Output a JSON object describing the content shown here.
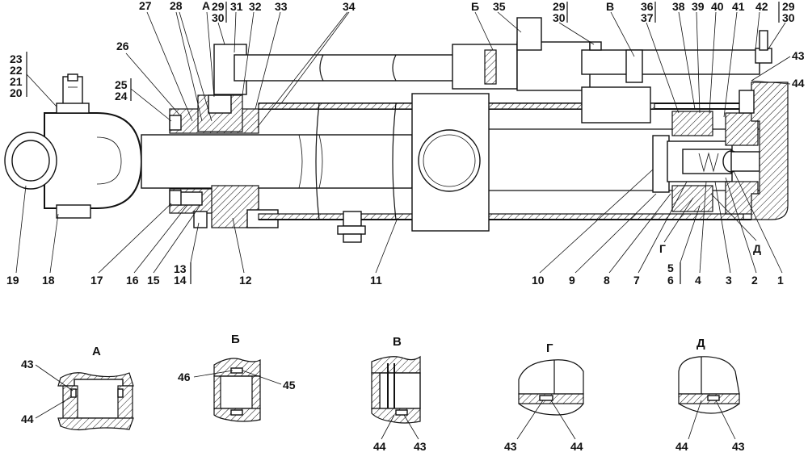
{
  "callouts_top": [
    "27",
    "28",
    "А",
    "29",
    "30",
    "31",
    "32",
    "33",
    "34",
    "Б",
    "35",
    "29",
    "30",
    "В",
    "36",
    "37",
    "38",
    "39",
    "40",
    "41",
    "42",
    "29",
    "30"
  ],
  "callouts_left": [
    "23",
    "22",
    "21",
    "20",
    "26",
    "25",
    "24"
  ],
  "callouts_right": [
    "43",
    "44"
  ],
  "callouts_bottom": [
    "19",
    "18",
    "17",
    "16",
    "15",
    "13",
    "14",
    "12",
    "11",
    "10",
    "9",
    "8",
    "7",
    "Г",
    "5",
    "6",
    "4",
    "3",
    "2",
    "1",
    "Д"
  ],
  "details": [
    {
      "title": "А",
      "labels": [
        "43",
        "44"
      ]
    },
    {
      "title": "Б",
      "labels": [
        "46",
        "45"
      ]
    },
    {
      "title": "В",
      "labels": [
        "44",
        "43"
      ]
    },
    {
      "title": "Г",
      "labels": [
        "43",
        "44"
      ]
    },
    {
      "title": "Д",
      "labels": [
        "44",
        "43"
      ]
    }
  ]
}
